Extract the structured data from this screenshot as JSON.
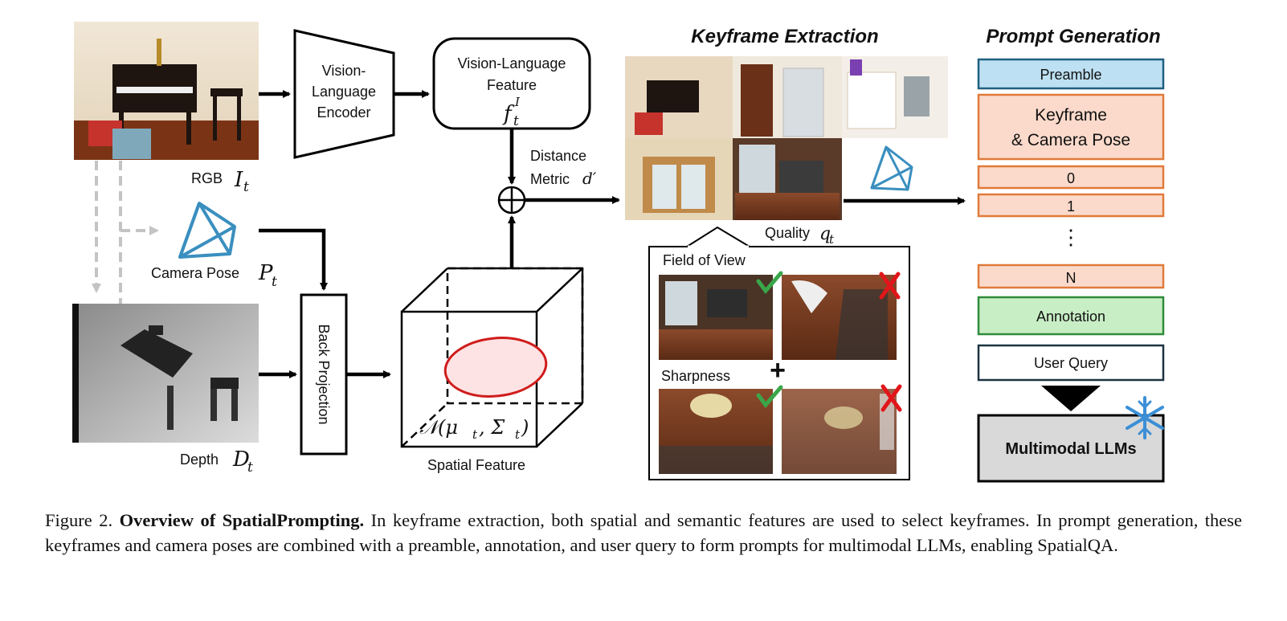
{
  "labels": {
    "rgb": "RGB",
    "rgb_sym": "I",
    "rgb_sub": "t",
    "camera_pose": "Camera Pose",
    "pose_sym": "P",
    "pose_sub": "t",
    "depth": "Depth",
    "depth_sym": "D",
    "depth_sub": "t",
    "encoder_l1": "Vision-",
    "encoder_l2": "Language",
    "encoder_l3": "Encoder",
    "vlf_l1": "Vision-Language",
    "vlf_l2": "Feature",
    "vlf_sym": "f",
    "vlf_sub": "t",
    "vlf_sup": "I",
    "distance_l1": "Distance",
    "distance_l2": "Metric",
    "distance_sym": "d′",
    "back_projection": "Back Projection",
    "gaussian": "𝒩(μ",
    "gaussian_mid": ", Σ",
    "gaussian_end": ")",
    "gaussian_sub": "t",
    "spatial_feature": "Spatial Feature",
    "quality": "Quality",
    "quality_sym": "q",
    "quality_sub": "t",
    "field_of_view": "Field of View",
    "sharpness": "Sharpness",
    "plus": "+"
  },
  "sections": {
    "keyframe_extraction": "Keyframe Extraction",
    "prompt_generation": "Prompt Generation"
  },
  "prompt": {
    "preamble": "Preamble",
    "keyframe_l1": "Keyframe",
    "keyframe_l2": "& Camera Pose",
    "item0": "0",
    "item1": "1",
    "dots": "⋮",
    "itemN": "N",
    "annotation": "Annotation",
    "user_query": "User Query",
    "llm": "Multimodal LLMs"
  },
  "caption": {
    "prefix": "Figure 2.",
    "title": "Overview of SpatialPrompting.",
    "body": "In keyframe extraction, both spatial and semantic features are used to select keyframes. In prompt generation, these keyframes and camera poses are combined with a preamble, annotation, and user query to form prompts for multimodal LLMs, enabling SpatialQA."
  },
  "colors": {
    "preamble": "#bde0f2",
    "keyframe": "#fbdacb",
    "annotation": "#c8eec5",
    "llm": "#d9d9d9",
    "frustum": "#3a8fbf",
    "ellipse": "#d01c1c"
  }
}
